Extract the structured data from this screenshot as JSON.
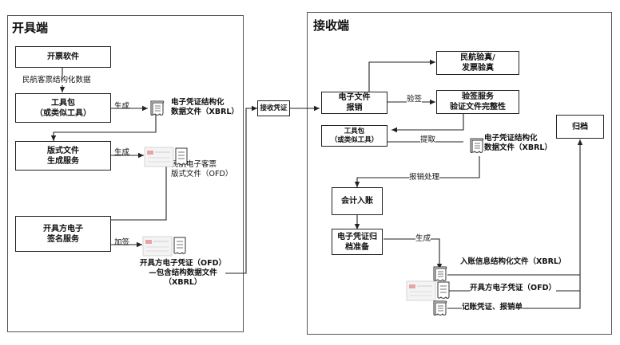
{
  "issuer": {
    "title": "开具端",
    "boxes": {
      "invoice_software": "开票软件",
      "toolkit": "工具包\n（或类似工具）",
      "layout_service": "版式文件\n生成服务",
      "signature_service": "开具方电子\n签名服务"
    },
    "labels": {
      "structured_data": "民航客票结构化数据",
      "generate_1": "生成",
      "xbrl_file": "电子凭证结构化\n数据文件（XBRL）",
      "generate_2": "生成",
      "ofd_file": "民航电子客票\n版式文件（OFD）",
      "add_signature": "加签",
      "issuer_voucher": "开具方电子凭证（OFD）\n—包含结构数据文件\n（XBRL）"
    }
  },
  "transfer": {
    "label": "接收凭证"
  },
  "receiver": {
    "title": "接收端",
    "boxes": {
      "reimburse": "电子文件\n报销",
      "verify_airline": "民航验真/\n发票验真",
      "verify_service": "验签服务\n验证文件完整性",
      "toolkit": "工具包\n（或类似工具）",
      "archive": "归档",
      "accounting": "会计入账",
      "archive_prep": "电子凭证归\n档准备"
    },
    "labels": {
      "verify_sig": "验签",
      "extract": "提取",
      "xbrl_file": "电子凭证结构化\n数据文件（XBRL）",
      "reimburse_process": "报销处理",
      "generate": "生成",
      "entry_info": "入账信息结构化文件（XBRL）",
      "issuer_voucher": "开具方电子凭证（OFD）",
      "voucher_list": "记账凭证、报销单"
    }
  }
}
